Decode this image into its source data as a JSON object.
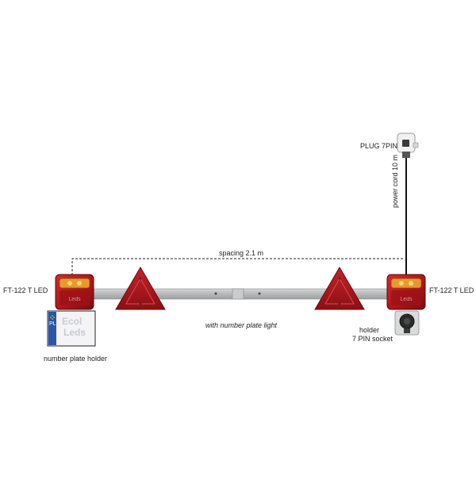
{
  "labels": {
    "plug": "PLUG 7PIN",
    "power_cord": "power cord 10 m",
    "spacing": "spacing 2.1 m",
    "left_lamp": "FT-122 T LED",
    "right_lamp": "FT-122 T LED",
    "plate_light": "with number plate light",
    "number_plate_holder": "number plate holder",
    "holder_line1": "holder",
    "holder_line2": "7 PIN socket"
  },
  "plate": {
    "country": "PL",
    "brand_line1": "Ecol",
    "brand_line2": "Leds"
  },
  "colors": {
    "lamp_red": "#b3161b",
    "lamp_dark": "#6e0a0d",
    "amber": "#d98a1c",
    "bar": "#b9bbbc",
    "triangle": "#a4161a",
    "eu_blue": "#2a55a8"
  }
}
